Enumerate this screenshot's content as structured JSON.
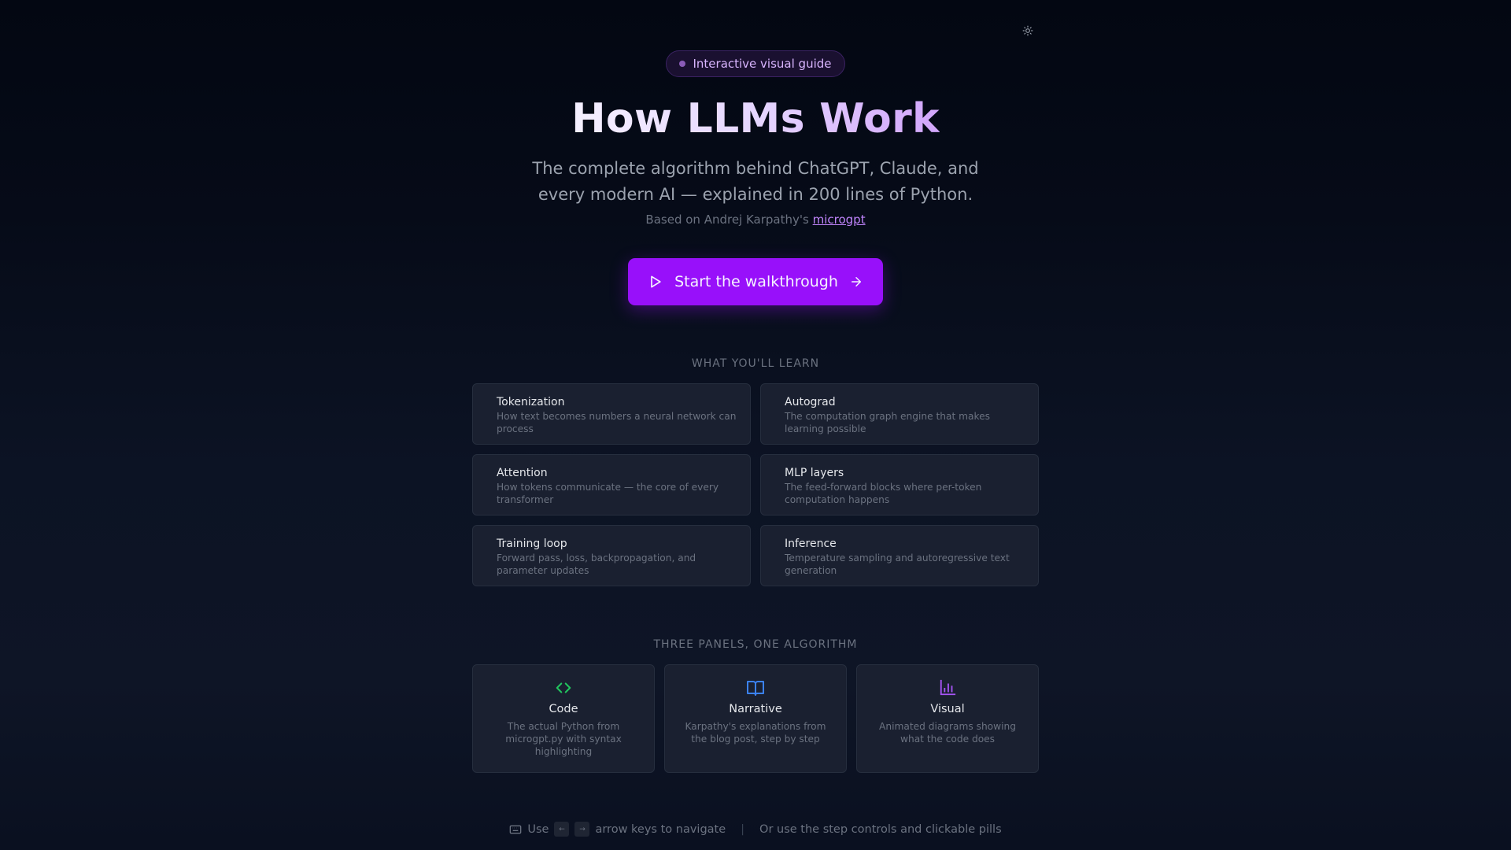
{
  "header": {
    "theme_toggle_icon": "sun-icon"
  },
  "hero": {
    "badge": "Interactive visual guide",
    "title": "How LLMs Work",
    "subtitle": "The complete algorithm behind ChatGPT, Claude, and every modern AI — explained in 200 lines of Python.",
    "based_on_prefix": "Based on Andrej Karpathy's ",
    "based_on_link": "microgpt",
    "cta_label": "Start the walkthrough",
    "cta_icon_left": "play-icon",
    "cta_icon_right": "arrow-right-icon"
  },
  "learn": {
    "label": "What you'll learn",
    "items": [
      {
        "title": "Tokenization",
        "desc": "How text becomes numbers a neural network can process"
      },
      {
        "title": "Autograd",
        "desc": "The computation graph engine that makes learning possible"
      },
      {
        "title": "Attention",
        "desc": "How tokens communicate — the core of every transformer"
      },
      {
        "title": "MLP layers",
        "desc": "The feed-forward blocks where per-token computation happens"
      },
      {
        "title": "Training loop",
        "desc": "Forward pass, loss, backpropagation, and parameter updates"
      },
      {
        "title": "Inference",
        "desc": "Temperature sampling and autoregressive text generation"
      }
    ]
  },
  "panels": {
    "label": "Three panels, one algorithm",
    "items": [
      {
        "title": "Code",
        "desc": "The actual Python from microgpt.py with syntax highlighting",
        "icon": "code-icon",
        "color": "#22c55e"
      },
      {
        "title": "Narrative",
        "desc": "Karpathy's explanations from the blog post, step by step",
        "icon": "book-open-icon",
        "color": "#3b82f6"
      },
      {
        "title": "Visual",
        "desc": "Animated diagrams showing what the code does",
        "icon": "bar-chart-icon",
        "color": "#a855f7"
      }
    ]
  },
  "footer": {
    "keyboard_icon": "keyboard-icon",
    "use": "Use",
    "key_left": "←",
    "key_right": "→",
    "arrow_text": "arrow keys to navigate",
    "separator": "|",
    "alt_text": "Or use the step controls and clickable pills"
  },
  "colors": {
    "accent": "#9810fa",
    "link": "#c084fc",
    "badge_text": "#d8b4fe",
    "card_bg": "#1a2030"
  }
}
